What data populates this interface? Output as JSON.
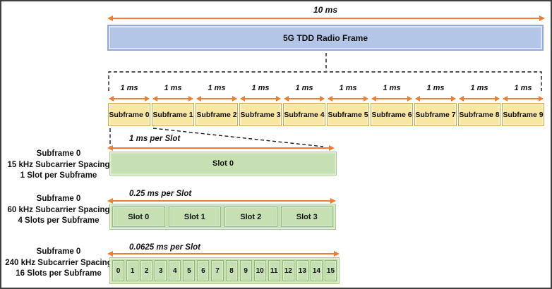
{
  "frame": {
    "duration_label": "10 ms",
    "title": "5G TDD Radio Frame"
  },
  "subframes": {
    "duration_label": "1 ms",
    "items": [
      "Subframe 0",
      "Subframe 1",
      "Subframe 2",
      "Subframe 3",
      "Subframe 4",
      "Subframe 5",
      "Subframe 6",
      "Subframe 7",
      "Subframe 8",
      "Subframe 9"
    ]
  },
  "slot_rows": [
    {
      "side_lines": [
        "Subframe 0",
        "15 kHz Subcarrier Spacing",
        "1 Slot per Subframe"
      ],
      "duration_label": "1 ms per Slot",
      "slots": [
        "Slot 0"
      ]
    },
    {
      "side_lines": [
        "Subframe 0",
        "60 kHz Subcarrier Spacing",
        "4 Slots per Subframe"
      ],
      "duration_label": "0.25 ms per Slot",
      "slots": [
        "Slot 0",
        "Slot 1",
        "Slot 2",
        "Slot 3"
      ]
    },
    {
      "side_lines": [
        "Subframe 0",
        "240 kHz Subcarrier Spacing",
        "16 Slots per Subframe"
      ],
      "duration_label": "0.0625 ms per Slot",
      "slots": [
        "0",
        "1",
        "2",
        "3",
        "4",
        "5",
        "6",
        "7",
        "8",
        "9",
        "10",
        "11",
        "12",
        "13",
        "14",
        "15"
      ]
    }
  ],
  "colors": {
    "arrow_orange": "#ED7D31",
    "frame_fill": "#B4C6E7",
    "frame_border": "#8FAADC",
    "subframe_fill": "#F8E7A3",
    "subframe_border": "#CBA850",
    "slot_fill": "#C6E0B4",
    "slot_border": "#A9D08E",
    "slot_inner_border": "#94BB77",
    "dash_line": "#1a1a1a",
    "canvas_border": "#3F3F3F"
  }
}
